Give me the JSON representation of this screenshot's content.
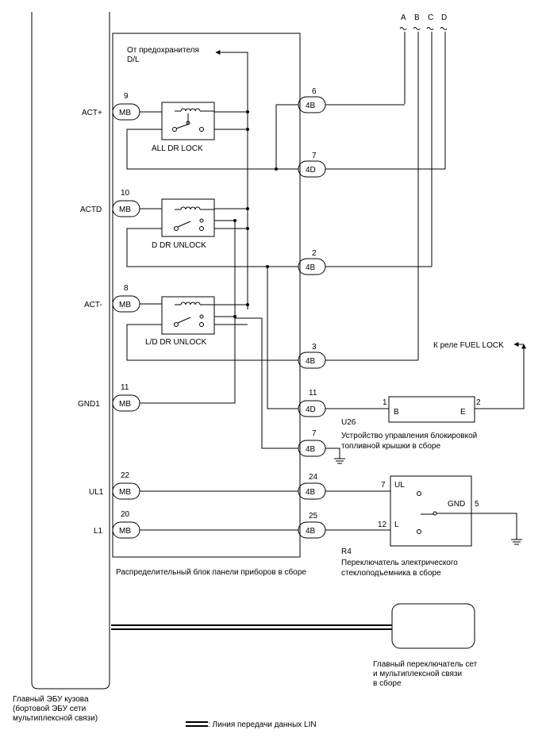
{
  "bus": {
    "lines": [
      "A",
      "B",
      "C",
      "D"
    ]
  },
  "junction_block": {
    "label": "Распределительный блок панели приборов в сборе",
    "fuse_source": [
      "От предохранителя",
      "D/L"
    ]
  },
  "ecu": {
    "label": [
      "Главный ЭБУ кузова",
      "(бортовой ЭБУ сети",
      "мультиплексной связи)"
    ],
    "pins": [
      {
        "signal": "ACT+",
        "num": "9",
        "conn": "MB"
      },
      {
        "signal": "ACTD",
        "num": "10",
        "conn": "MB"
      },
      {
        "signal": "ACT-",
        "num": "8",
        "conn": "MB"
      },
      {
        "signal": "GND1",
        "num": "11",
        "conn": "MB"
      },
      {
        "signal": "UL1",
        "num": "22",
        "conn": "MB"
      },
      {
        "signal": "L1",
        "num": "20",
        "conn": "MB"
      }
    ]
  },
  "relays": [
    "ALL DR LOCK",
    "D DR UNLOCK",
    "L/D DR UNLOCK"
  ],
  "outputs": [
    {
      "num": "6",
      "conn": "4B"
    },
    {
      "num": "7",
      "conn": "4D"
    },
    {
      "num": "2",
      "conn": "4B"
    },
    {
      "num": "3",
      "conn": "4B"
    },
    {
      "num": "11",
      "conn": "4D"
    },
    {
      "num": "7",
      "conn": "4B"
    },
    {
      "num": "24",
      "conn": "4B"
    },
    {
      "num": "25",
      "conn": "4B"
    }
  ],
  "fuel_lid": {
    "code": "U26",
    "pin_b_num": "1",
    "pin_b": "B",
    "pin_e_num": "2",
    "pin_e": "E",
    "label": [
      "Устройство управления блокировкой",
      "топливной крышки в сборе"
    ],
    "to_relay": "К реле FUEL LOCK"
  },
  "window_switch": {
    "code": "R4",
    "ul_num": "7",
    "ul": "UL",
    "l_num": "12",
    "l": "L",
    "gnd": "GND",
    "gnd_num": "5",
    "label": [
      "Переключатель электрического",
      "стеклоподъемника в сборе"
    ]
  },
  "master_switch": {
    "label": [
      "Главный переключатель сет",
      "и мультиплексной связи",
      "в сборе"
    ]
  },
  "legend": {
    "text": ": Линия передачи данных LIN"
  }
}
